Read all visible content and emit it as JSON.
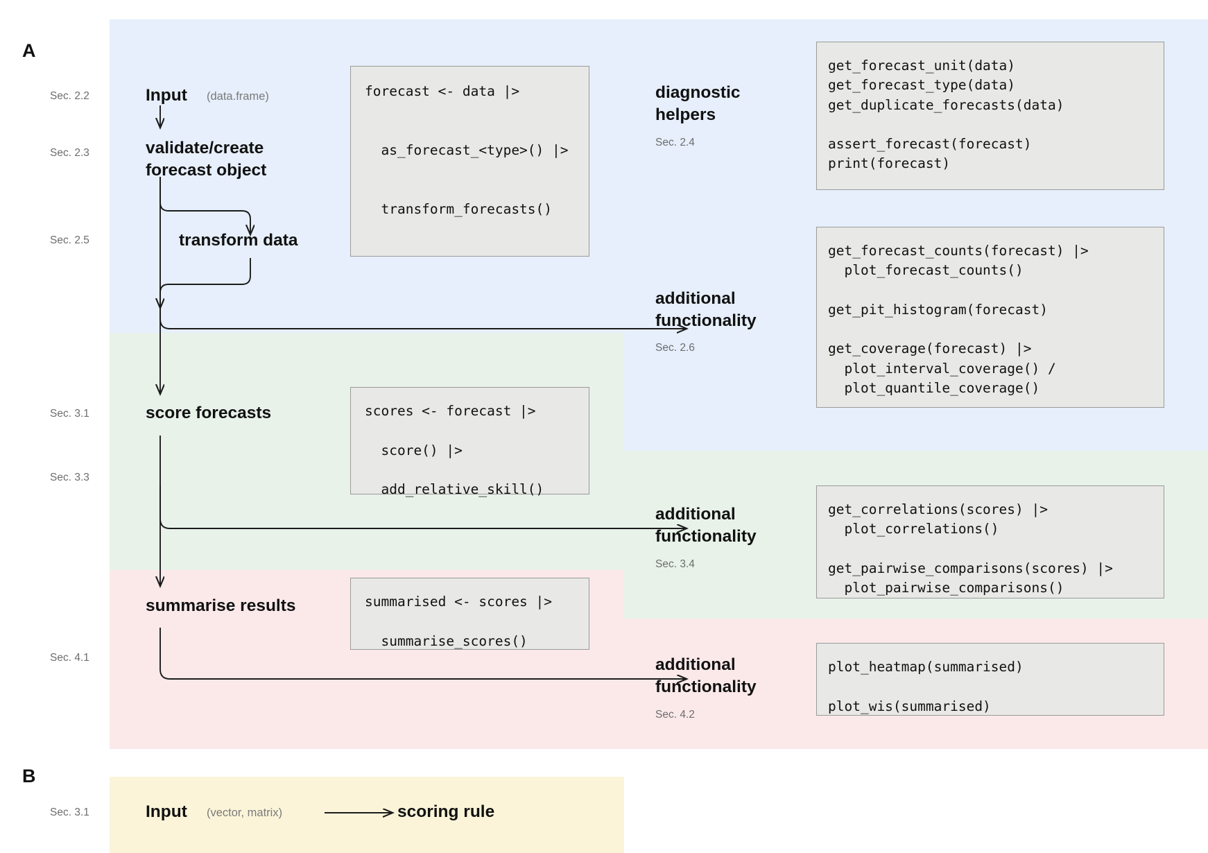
{
  "figure": {
    "panels": [
      {
        "letter": "A"
      },
      {
        "letter": "B"
      }
    ]
  },
  "colors": {
    "band_blue": "#e6effb",
    "band_green": "#e8f2e9",
    "band_pink": "#fbe9ea",
    "band_yellow": "#fbf4d9",
    "code_bg": "#e8e8e6",
    "code_border": "#9a9a9a",
    "text": "#111111",
    "muted": "#6d6d6d"
  },
  "panelA": {
    "sections": {
      "s22": "Sec. 2.2",
      "s23": "Sec. 2.3",
      "s25": "Sec. 2.5",
      "s31": "Sec. 3.1",
      "s33": "Sec. 3.3",
      "s41": "Sec. 4.1",
      "s24": "Sec. 2.4",
      "s26": "Sec. 2.6",
      "s34": "Sec. 3.4",
      "s42": "Sec. 4.2"
    },
    "steps": {
      "input": "Input",
      "input_note": "(data.frame)",
      "validate": "validate/create\nforecast object",
      "transform": "transform data",
      "score": "score forecasts",
      "summarise": "summarise results"
    },
    "right_labels": {
      "diagnostic_helpers": "diagnostic\nhelpers",
      "additional_2_6": "additional\nfunctionality",
      "additional_3_4": "additional\nfunctionality",
      "additional_4_2": "additional\nfunctionality"
    },
    "code": {
      "pipeline_forecast": "forecast <- data |>\n\n\n  as_forecast_<type>() |>\n\n\n  transform_forecasts()",
      "pipeline_scores": "scores <- forecast |>\n\n  score() |>\n\n  add_relative_skill()",
      "pipeline_summarise": "summarised <- scores |>\n\n  summarise_scores()",
      "diagnostics": "get_forecast_unit(data)\nget_forecast_type(data)\nget_duplicate_forecasts(data)\n\nassert_forecast(forecast)\nprint(forecast)",
      "extras_2_6": "get_forecast_counts(forecast) |>\n  plot_forecast_counts()\n\nget_pit_histogram(forecast)\n\nget_coverage(forecast) |>\n  plot_interval_coverage() /\n  plot_quantile_coverage()",
      "extras_3_4": "get_correlations(scores) |>\n  plot_correlations()\n\nget_pairwise_comparisons(scores) |>\n  plot_pairwise_comparisons()",
      "extras_4_2": "plot_heatmap(summarised)\n\nplot_wis(summarised)"
    }
  },
  "panelB": {
    "section": "Sec. 3.1",
    "input": "Input",
    "input_note": "(vector, matrix)",
    "target": "scoring rule"
  }
}
